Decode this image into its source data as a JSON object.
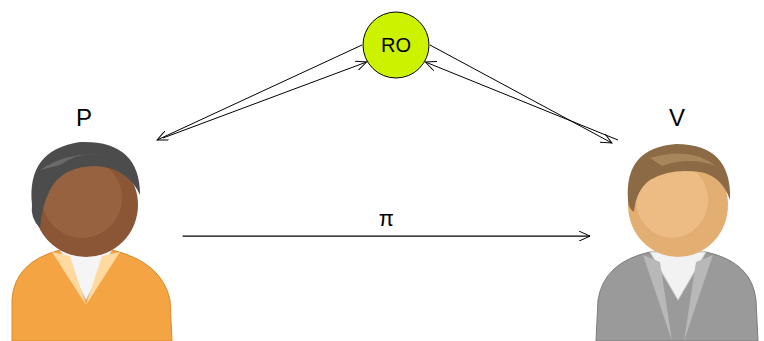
{
  "diagram": {
    "nodes": [
      {
        "text": [
          "RO"
        ]
      },
      {
        "text": [
          "P"
        ]
      },
      {
        "text": [
          "V"
        ]
      }
    ],
    "edges": [
      {
        "from": 0,
        "to": 1,
        "arrow": "to"
      },
      {
        "from": 1,
        "to": 0,
        "arrow": "to"
      },
      {
        "from": 0,
        "to": 2,
        "arrow": "to"
      },
      {
        "from": 2,
        "to": 0,
        "arrow": "to"
      },
      {
        "from": 1,
        "to": 2,
        "label": "π",
        "arrow": "to"
      }
    ]
  }
}
